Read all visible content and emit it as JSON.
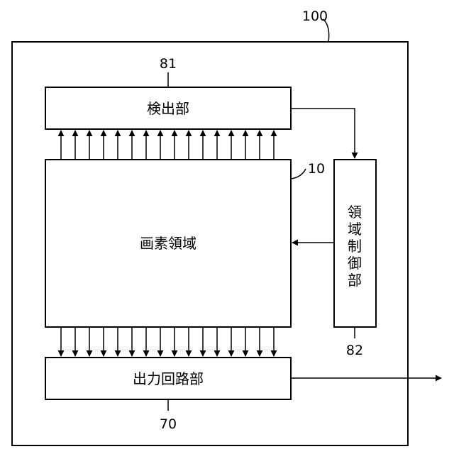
{
  "diagram": {
    "outer": {
      "ref": "100"
    },
    "detector": {
      "label": "検出部",
      "ref": "81"
    },
    "pixel_area": {
      "label": "画素領域",
      "ref": "10"
    },
    "area_control": {
      "label_chars": [
        "領",
        "域",
        "制",
        "御",
        "部"
      ],
      "ref": "82"
    },
    "output_circuit": {
      "label": "出力回路部",
      "ref": "70"
    },
    "colors": {
      "line": "#000000",
      "background": "#ffffff"
    }
  }
}
